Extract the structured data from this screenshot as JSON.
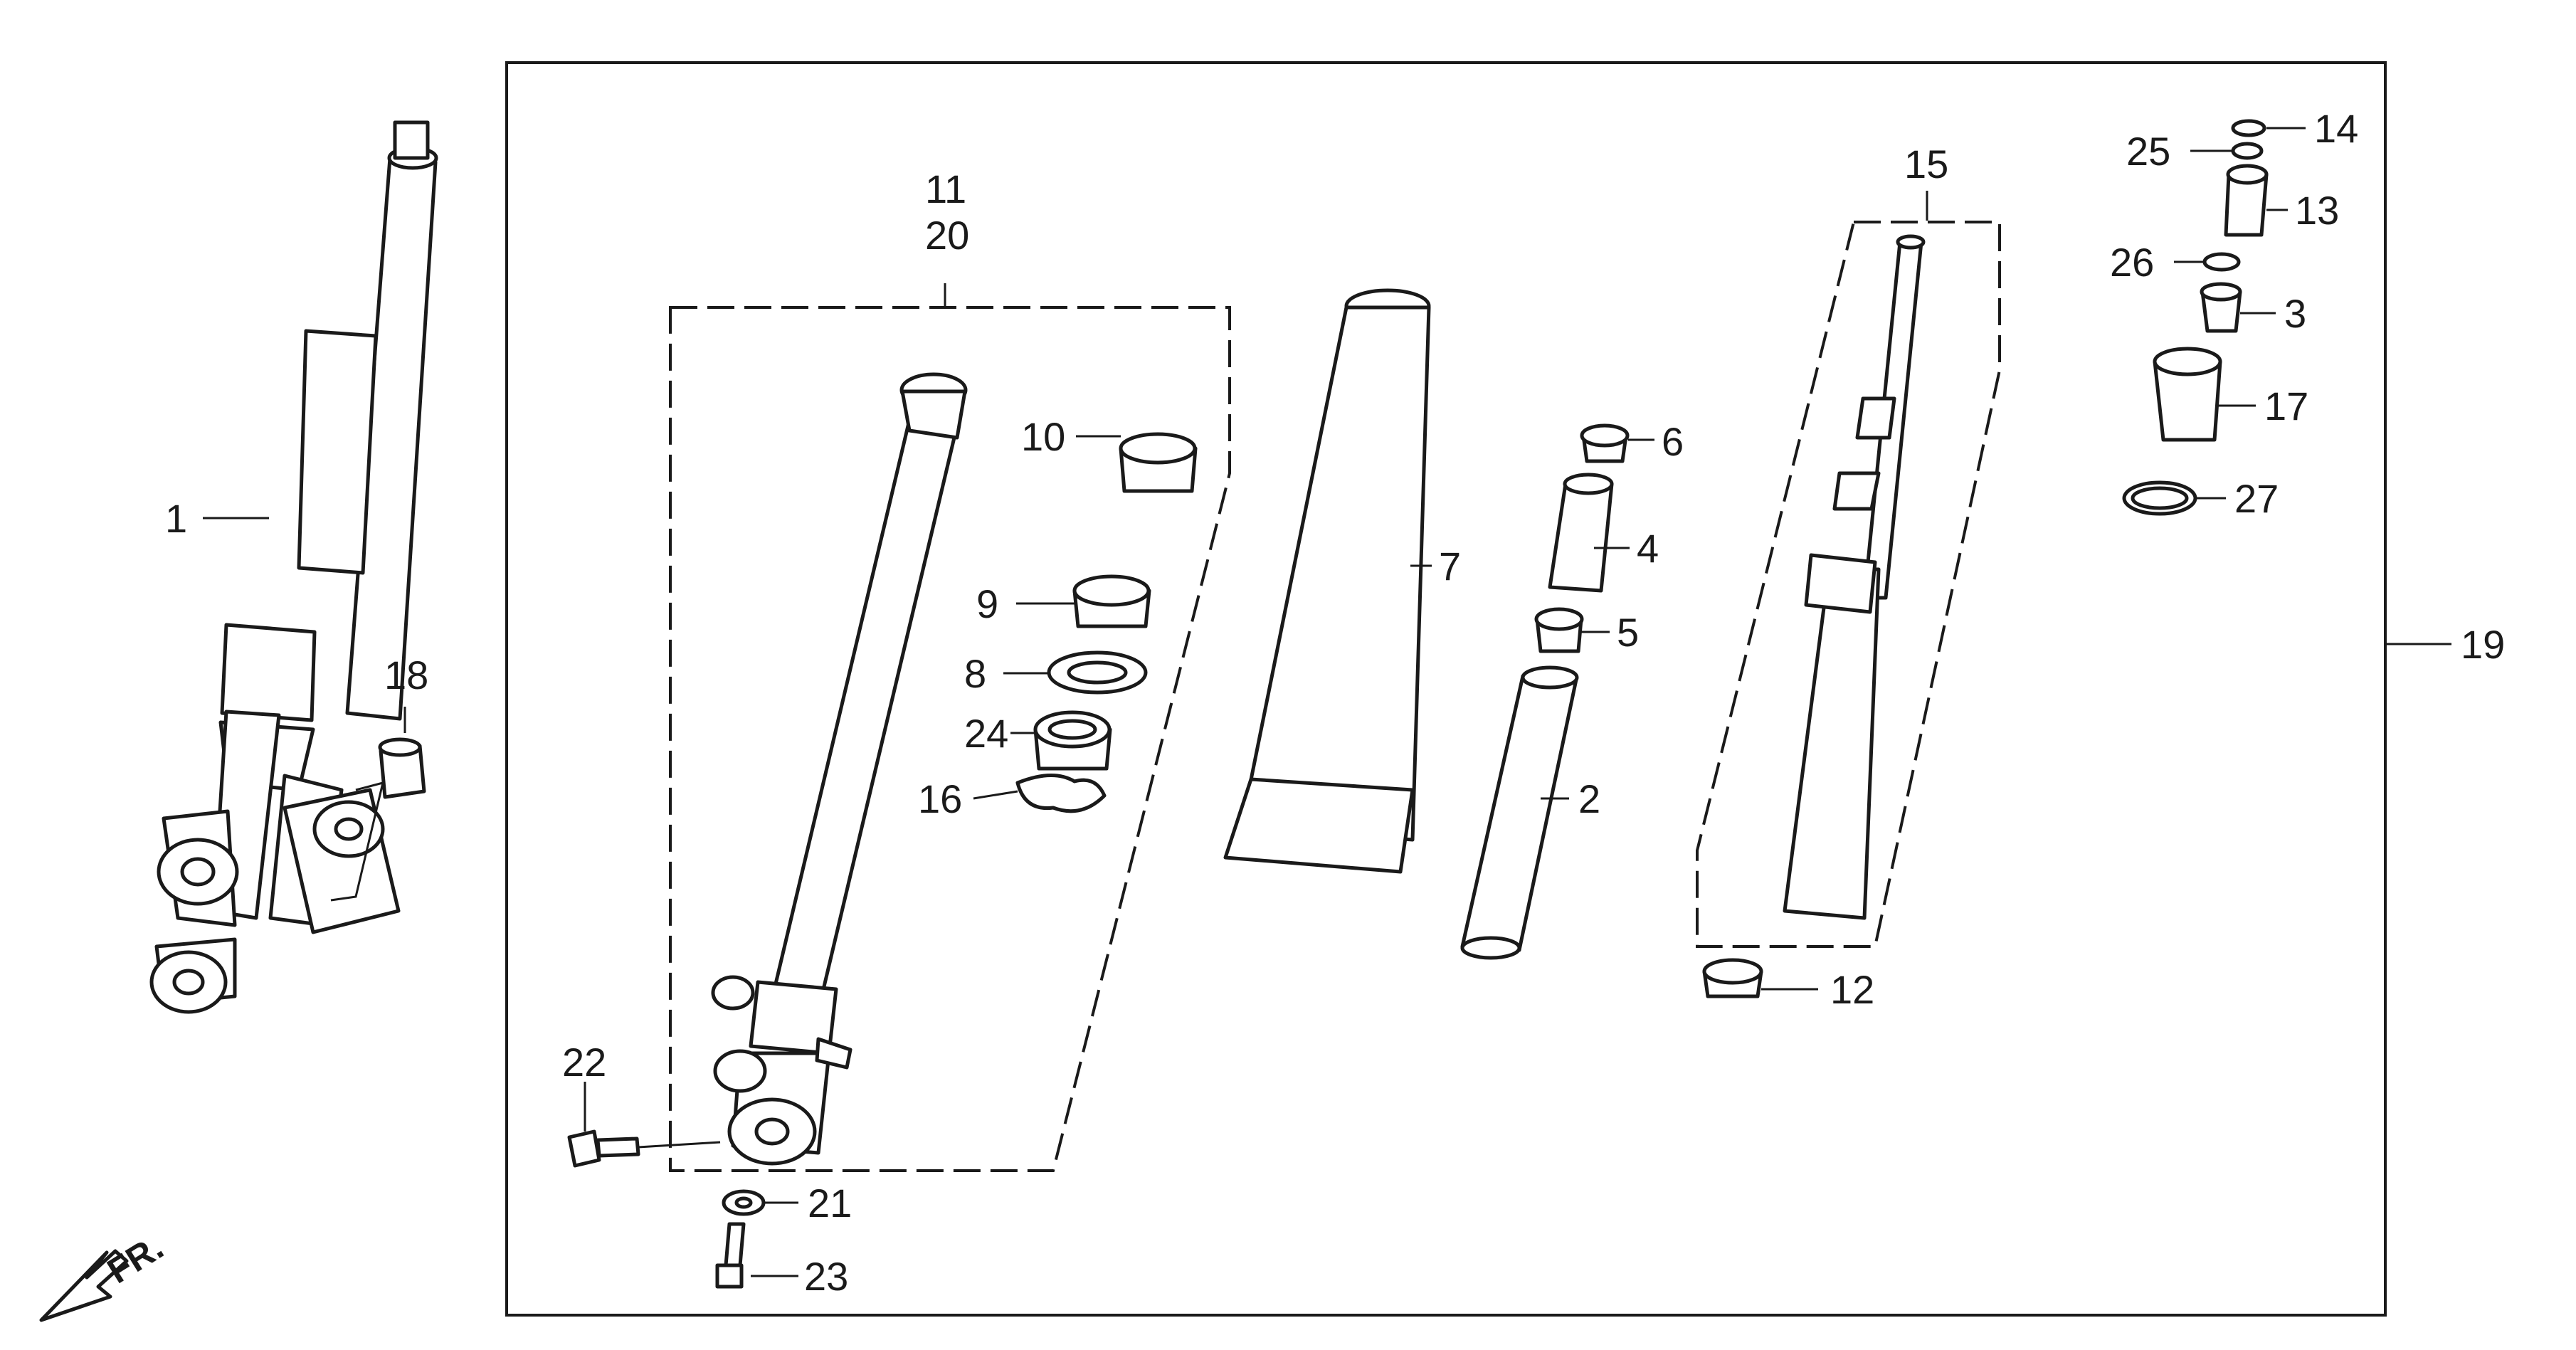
{
  "diagram": {
    "direction_marker": {
      "text": "FR.",
      "icon": "arrow-down-left-icon"
    },
    "callouts": [
      {
        "id": "1",
        "text": "1"
      },
      {
        "id": "2",
        "text": "2"
      },
      {
        "id": "3",
        "text": "3"
      },
      {
        "id": "4",
        "text": "4"
      },
      {
        "id": "5",
        "text": "5"
      },
      {
        "id": "6",
        "text": "6"
      },
      {
        "id": "7",
        "text": "7"
      },
      {
        "id": "8",
        "text": "8"
      },
      {
        "id": "9",
        "text": "9"
      },
      {
        "id": "10",
        "text": "10"
      },
      {
        "id": "11",
        "text": "11"
      },
      {
        "id": "12",
        "text": "12"
      },
      {
        "id": "13",
        "text": "13"
      },
      {
        "id": "14",
        "text": "14"
      },
      {
        "id": "15",
        "text": "15"
      },
      {
        "id": "16",
        "text": "16"
      },
      {
        "id": "17",
        "text": "17"
      },
      {
        "id": "18",
        "text": "18"
      },
      {
        "id": "19",
        "text": "19"
      },
      {
        "id": "20",
        "text": "20"
      },
      {
        "id": "21",
        "text": "21"
      },
      {
        "id": "22",
        "text": "22"
      },
      {
        "id": "23",
        "text": "23"
      },
      {
        "id": "24",
        "text": "24"
      },
      {
        "id": "25",
        "text": "25"
      },
      {
        "id": "26",
        "text": "26"
      },
      {
        "id": "27",
        "text": "27"
      }
    ]
  }
}
